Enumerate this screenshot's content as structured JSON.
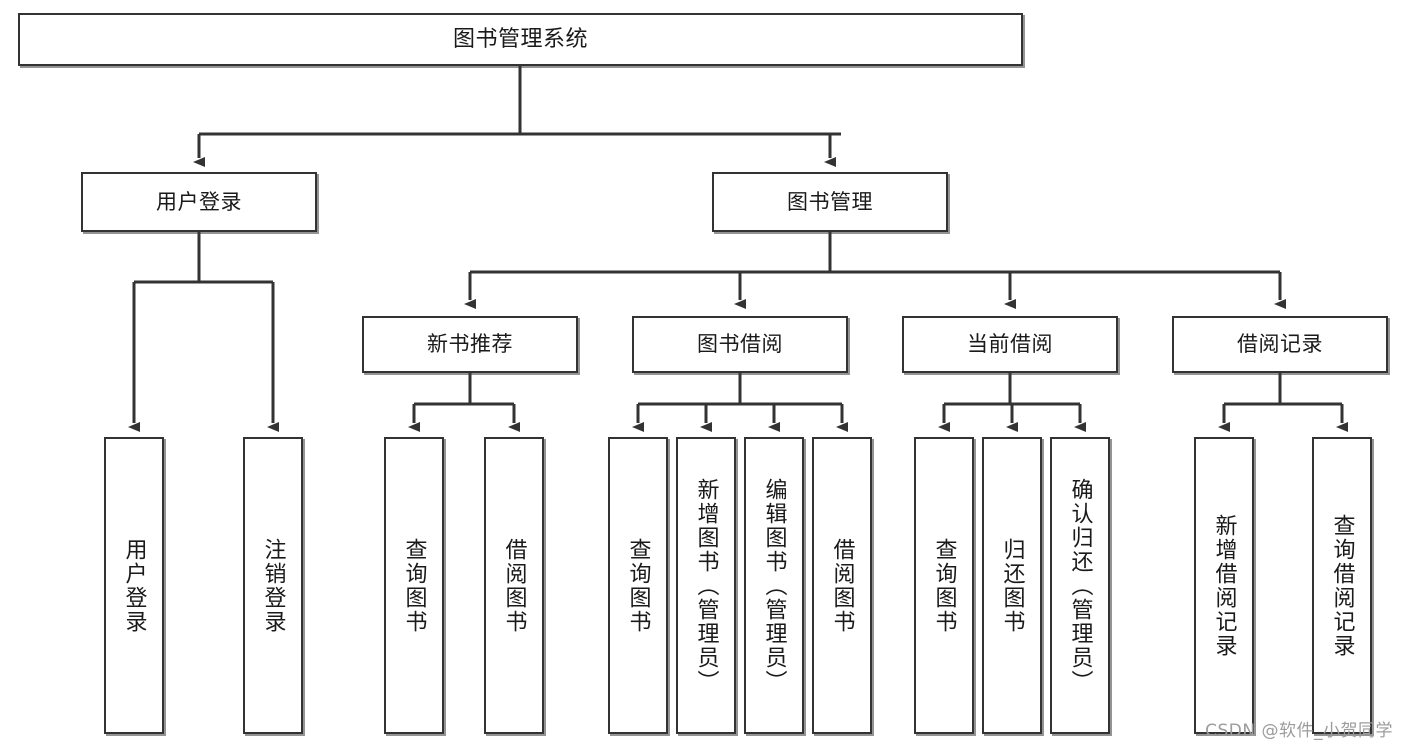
{
  "diagram": {
    "title": "图书管理系统",
    "watermark": "CSDN @软件_小贺同学",
    "colors": {
      "box_border": "#333333",
      "box_fill": "#ffffff",
      "edge": "#333333",
      "text": "#1a1a1a",
      "watermark": "#9c9c9c"
    },
    "root": {
      "label": "图书管理系统"
    },
    "level2": [
      {
        "label": "用户登录"
      },
      {
        "label": "图书管理"
      }
    ],
    "level3": [
      {
        "label": "新书推荐"
      },
      {
        "label": "图书借阅"
      },
      {
        "label": "当前借阅"
      },
      {
        "label": "借阅记录"
      }
    ],
    "leaves": {
      "user_login": [
        {
          "label": "用户登录"
        },
        {
          "label": "注销登录"
        }
      ],
      "new_book_recommend": [
        {
          "label": "查询图书"
        },
        {
          "label": "借阅图书"
        }
      ],
      "book_borrow": [
        {
          "label": "查询图书"
        },
        {
          "label": "新增图书（管理员）"
        },
        {
          "label": "编辑图书（管理员）"
        },
        {
          "label": "借阅图书"
        }
      ],
      "current_borrow": [
        {
          "label": "查询图书"
        },
        {
          "label": "归还图书"
        },
        {
          "label": "确认归还（管理员）"
        }
      ],
      "borrow_record": [
        {
          "label": "新增借阅记录"
        },
        {
          "label": "查询借阅记录"
        }
      ]
    }
  }
}
